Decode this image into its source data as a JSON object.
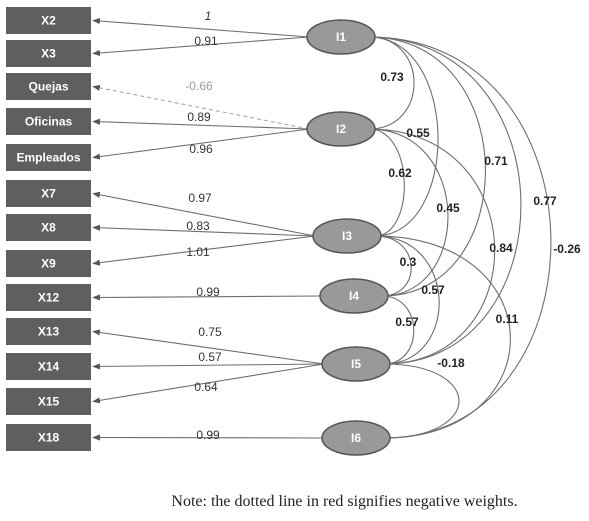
{
  "indicators": [
    {
      "label": "X2"
    },
    {
      "label": "X3"
    },
    {
      "label": "Quejas"
    },
    {
      "label": "Oficinas"
    },
    {
      "label": "Empleados"
    },
    {
      "label": "X7"
    },
    {
      "label": "X8"
    },
    {
      "label": "X9"
    },
    {
      "label": "X12"
    },
    {
      "label": "X13"
    },
    {
      "label": "X14"
    },
    {
      "label": "X15"
    },
    {
      "label": "X18"
    }
  ],
  "factors": [
    {
      "label": "I1"
    },
    {
      "label": "I2"
    },
    {
      "label": "I3"
    },
    {
      "label": "I4"
    },
    {
      "label": "I5"
    },
    {
      "label": "I6"
    }
  ],
  "loadings": [
    {
      "factor": 0,
      "indicator": 0,
      "value": "1",
      "negative": false
    },
    {
      "factor": 0,
      "indicator": 1,
      "value": "0.91",
      "negative": false
    },
    {
      "factor": 1,
      "indicator": 2,
      "value": "-0.66",
      "negative": true
    },
    {
      "factor": 1,
      "indicator": 3,
      "value": "0.89",
      "negative": false
    },
    {
      "factor": 1,
      "indicator": 4,
      "value": "0.96",
      "negative": false
    },
    {
      "factor": 2,
      "indicator": 5,
      "value": "0.97",
      "negative": false
    },
    {
      "factor": 2,
      "indicator": 6,
      "value": "0.83",
      "negative": false
    },
    {
      "factor": 2,
      "indicator": 7,
      "value": "1.01",
      "negative": false
    },
    {
      "factor": 3,
      "indicator": 8,
      "value": "0.99",
      "negative": false
    },
    {
      "factor": 4,
      "indicator": 9,
      "value": "0.75",
      "negative": false
    },
    {
      "factor": 4,
      "indicator": 10,
      "value": "0.57",
      "negative": false
    },
    {
      "factor": 4,
      "indicator": 11,
      "value": "0.64",
      "negative": false
    },
    {
      "factor": 5,
      "indicator": 12,
      "value": "0.99",
      "negative": false
    }
  ],
  "correlations": [
    {
      "from": 0,
      "to": 1,
      "value": "0.73"
    },
    {
      "from": 0,
      "to": 2,
      "value": "0.55"
    },
    {
      "from": 0,
      "to": 3,
      "value": "0.71"
    },
    {
      "from": 0,
      "to": 4,
      "value": "0.77"
    },
    {
      "from": 0,
      "to": 5,
      "value": "-0.26"
    },
    {
      "from": 1,
      "to": 2,
      "value": "0.62"
    },
    {
      "from": 1,
      "to": 3,
      "value": "0.45"
    },
    {
      "from": 1,
      "to": 4,
      "value": "0.84"
    },
    {
      "from": 2,
      "to": 3,
      "value": "0.3"
    },
    {
      "from": 2,
      "to": 4,
      "value": "0.57"
    },
    {
      "from": 2,
      "to": 5,
      "value": "0.11"
    },
    {
      "from": 3,
      "to": 4,
      "value": "0.57"
    },
    {
      "from": 4,
      "to": 5,
      "value": "-0.18"
    }
  ],
  "note": "Note: the dotted line in red signifies negative weights.",
  "colors": {
    "box": "#5f5f5f",
    "ellipse": "#999999",
    "line": "#6e6e6e",
    "negative_line": "#a8a8a8"
  }
}
